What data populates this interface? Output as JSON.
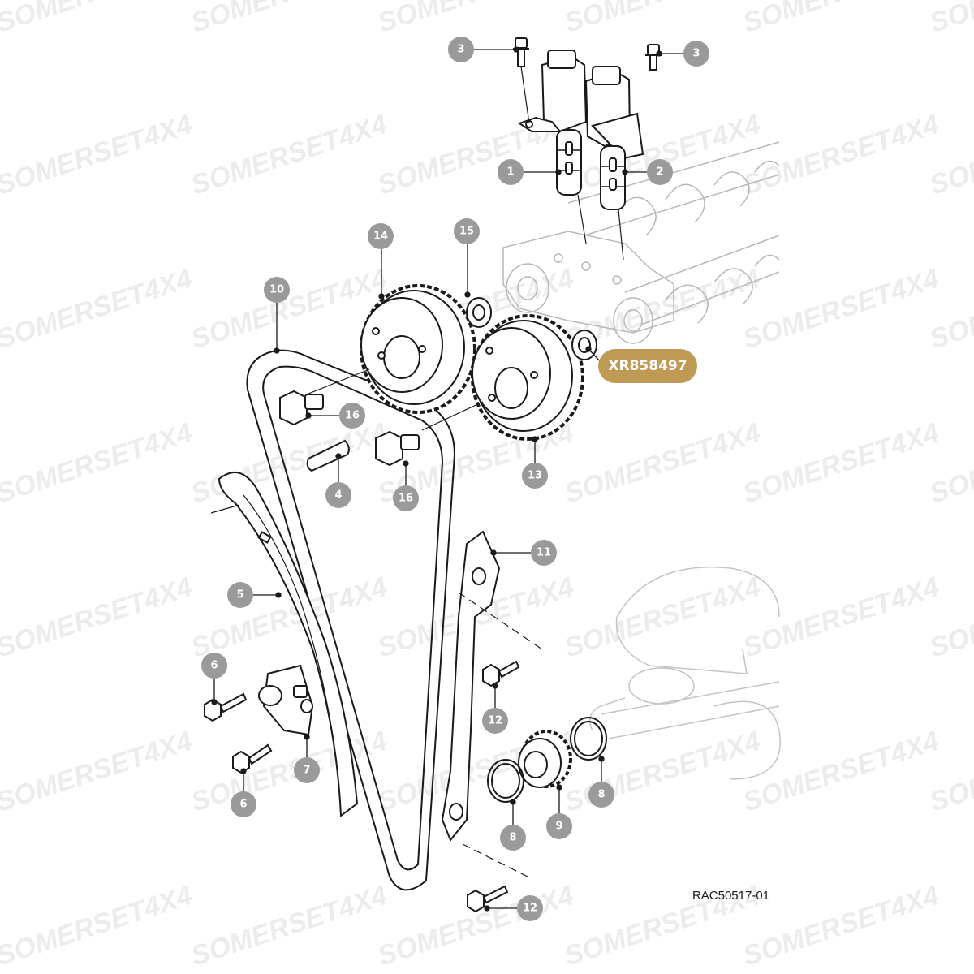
{
  "watermark": {
    "text": "SOMERSET4X4",
    "color": "#ececec"
  },
  "reference_code": "RAC50517-01",
  "part_callout": {
    "text": "XR858497",
    "color": "#bf9a55",
    "text_color": "#ffffff"
  },
  "label_color": "#9a9a9a",
  "label_text_color": "#ffffff",
  "line_color": "#1a1a1a",
  "ghost_color": "#b8b8b8",
  "labels": [
    {
      "id": "label-3a",
      "text": "3"
    },
    {
      "id": "label-3b",
      "text": "3"
    },
    {
      "id": "label-1",
      "text": "1"
    },
    {
      "id": "label-2",
      "text": "2"
    },
    {
      "id": "label-14",
      "text": "14"
    },
    {
      "id": "label-15",
      "text": "15"
    },
    {
      "id": "label-10",
      "text": "10"
    },
    {
      "id": "label-16a",
      "text": "16"
    },
    {
      "id": "label-4",
      "text": "4"
    },
    {
      "id": "label-16b",
      "text": "16"
    },
    {
      "id": "label-13",
      "text": "13"
    },
    {
      "id": "label-11",
      "text": "11"
    },
    {
      "id": "label-5",
      "text": "5"
    },
    {
      "id": "label-6a",
      "text": "6"
    },
    {
      "id": "label-12a",
      "text": "12"
    },
    {
      "id": "label-7",
      "text": "7"
    },
    {
      "id": "label-6b",
      "text": "6"
    },
    {
      "id": "label-8a",
      "text": "8"
    },
    {
      "id": "label-8b",
      "text": "8"
    },
    {
      "id": "label-9",
      "text": "9"
    },
    {
      "id": "label-12b",
      "text": "12"
    }
  ]
}
